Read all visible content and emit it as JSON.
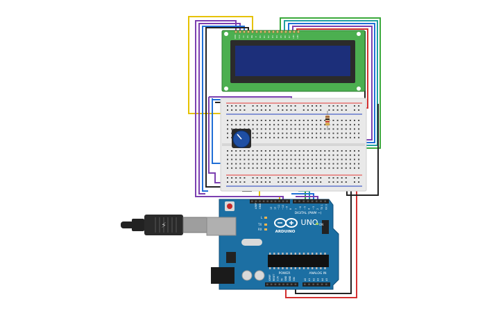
{
  "canvas": {
    "background": "#ffffff"
  },
  "lcd": {
    "pins": [
      "GND",
      "VCC",
      "V0",
      "RS",
      "RW",
      "E",
      "D0",
      "D1",
      "D2",
      "D3",
      "D4",
      "D5",
      "D6",
      "D7",
      "LED",
      "LED"
    ],
    "colors": {
      "board": "#4caf50",
      "board_edge": "#2e7d32",
      "screen": "#1c2f7a",
      "bezel": "#2b2b2b"
    }
  },
  "breadboard": {
    "colors": {
      "body": "#e9e9e9",
      "rail_red": "#e53935",
      "rail_blue": "#1e3fbf",
      "hole": "#4a4a4a"
    }
  },
  "potentiometer": {
    "knob_color": "#1f4fa3",
    "base_color": "#2a2a2a"
  },
  "resistor": {
    "bands": [
      "#8d4a1e",
      "#000000",
      "#c62828",
      "#d4a017"
    ]
  },
  "arduino": {
    "brand": "ARDUINO",
    "model": "UNO",
    "digital_label": "DIGITAL (PWM ~)",
    "power_label": "POWER",
    "analog_label": "ANALOG IN",
    "aref_label": "AREF",
    "gnd_label": "GND",
    "on_label": "ON",
    "tx_label": "TX",
    "rx_label": "RX",
    "l_label": "L",
    "digital_pins": [
      "13",
      "12",
      "~11",
      "~10",
      "~9",
      "8",
      "7",
      "~6",
      "~5",
      "4",
      "~3",
      "2",
      "TX 1",
      "RX 0"
    ],
    "power_pins": [
      "IOREF",
      "RESET",
      "3.3V",
      "5V",
      "GND",
      "GND",
      "VIN"
    ],
    "analog_pins": [
      "A0",
      "A1",
      "A2",
      "A3",
      "A4",
      "A5"
    ],
    "colors": {
      "board": "#1c6fa3",
      "board_edge": "#0f4e78",
      "header": "#222222",
      "chip": "#111111"
    }
  },
  "usb_cable": {
    "color": "#222222",
    "connector": "#9e9e9e"
  },
  "wires": {
    "colors": {
      "red": "#d32f2f",
      "black": "#222222",
      "yellow": "#e6c200",
      "green": "#3aa83a",
      "blue": "#1f6fd6",
      "purple": "#7b3fb0",
      "teal": "#20a0a0"
    }
  }
}
